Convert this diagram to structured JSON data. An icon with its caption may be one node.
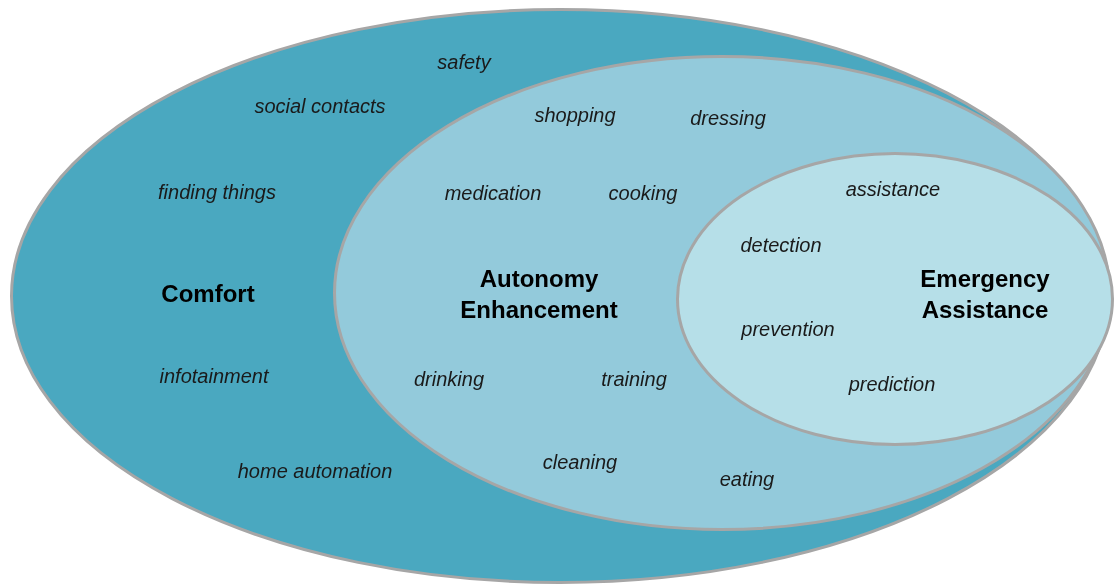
{
  "diagram": {
    "nodes": [
      {
        "text": [
          "safety",
          "social contacts",
          "finding things",
          "Comfort",
          "infotainment",
          "home automation"
        ]
      },
      {
        "text": [
          "shopping",
          "dressing",
          "medication",
          "cooking",
          "Autonomy Enhancement",
          "drinking",
          "training",
          "cleaning",
          "eating"
        ],
        "in": 0
      },
      {
        "text": [
          "assistance",
          "detection",
          "Emergency Assistance",
          "prevention",
          "prediction"
        ],
        "in": 1
      }
    ]
  }
}
